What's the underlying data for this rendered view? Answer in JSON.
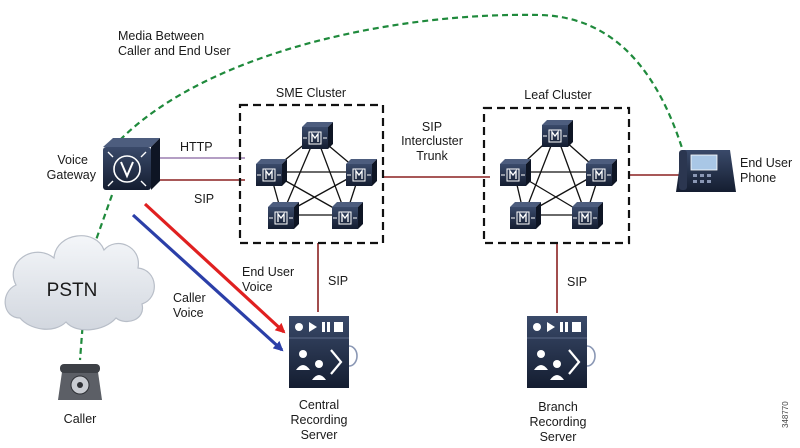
{
  "labels": {
    "media": [
      "Media Between",
      "Caller and End User"
    ],
    "sme_cluster": "SME Cluster",
    "leaf_cluster": "Leaf Cluster",
    "sip_trunk": [
      "SIP",
      "Intercluster",
      "Trunk"
    ],
    "voice_gateway": [
      "Voice",
      "Gateway"
    ],
    "http": "HTTP",
    "sip_gateway": "SIP",
    "end_user_phone": [
      "End User",
      "Phone"
    ],
    "pstn": "PSTN",
    "caller": "Caller",
    "end_user_voice": [
      "End User",
      "Voice"
    ],
    "caller_voice": [
      "Caller",
      "Voice"
    ],
    "sip_central": "SIP",
    "sip_branch": "SIP",
    "central_server": [
      "Central",
      "Recording",
      "Server"
    ],
    "branch_server": [
      "Branch",
      "Recording",
      "Server"
    ],
    "figure_id": "348770"
  },
  "colors": {
    "media_path": "#1f8a3c",
    "sip_link": "#8b2020",
    "http_link": "#9b7fb0",
    "end_user_voice": "#e02020",
    "caller_voice": "#2b3fa8",
    "device_dark": "#1d2a44",
    "cloud": "#e6e9ee"
  },
  "icons": {
    "voice_gateway": "voice-gateway-icon",
    "cluster_node": "unified-cm-server-icon",
    "phone": "ip-phone-icon",
    "pstn": "cloud-icon",
    "caller": "analog-phone-icon",
    "recording_server": "media-recording-server-icon"
  }
}
